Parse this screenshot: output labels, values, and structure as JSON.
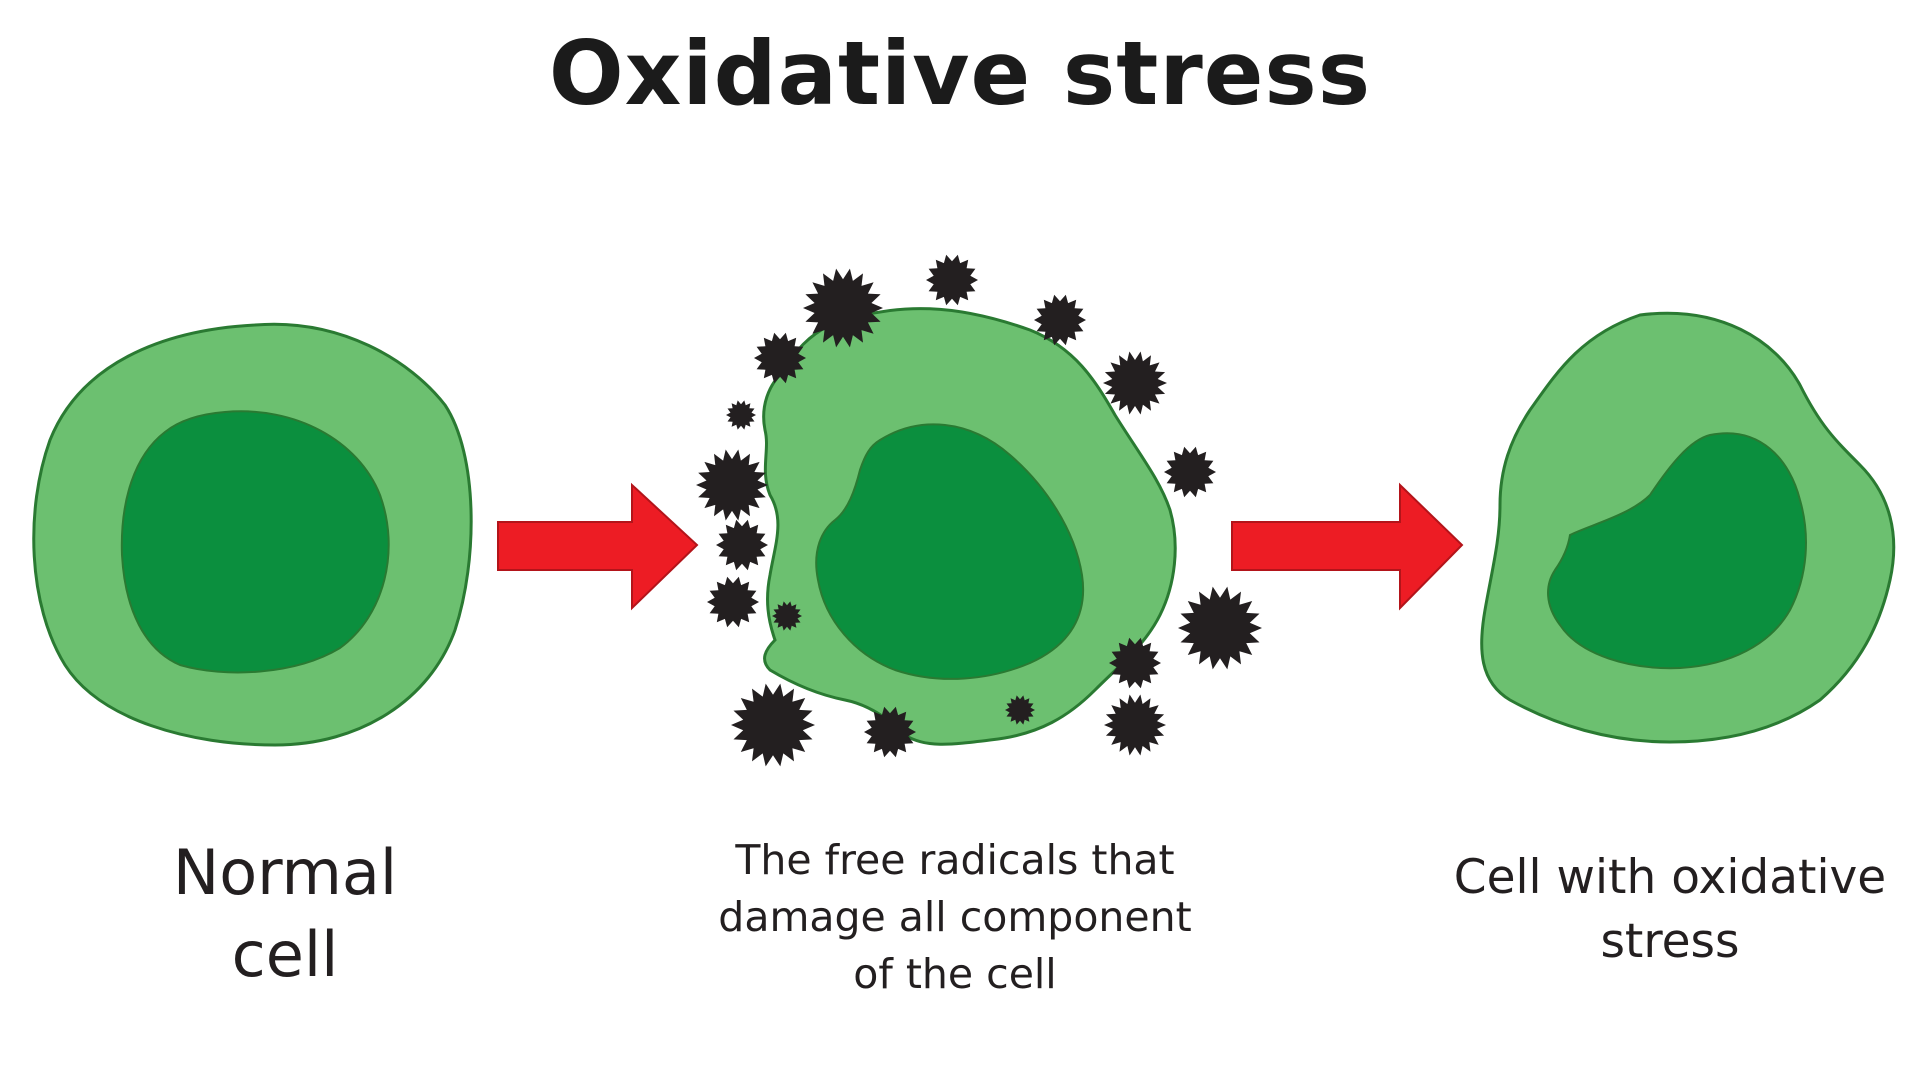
{
  "title": "Oxidative stress",
  "colors": {
    "cytoplasm": "#6cc070",
    "nucleus": "#0b8f3e",
    "outline": "#2a7a32",
    "arrow": "#ed1c24",
    "radical": "#231f20"
  },
  "icons": {
    "arrow": "right-arrow-icon",
    "radical": "free-radical-icon"
  },
  "stages": [
    {
      "id": "normal",
      "caption_lines": [
        "Normal",
        "cell"
      ]
    },
    {
      "id": "radicals",
      "caption_lines": [
        "The free radicals that",
        "damage all component",
        "of the cell"
      ]
    },
    {
      "id": "stressed",
      "caption_lines": [
        "Cell with oxidative",
        "stress"
      ]
    }
  ]
}
